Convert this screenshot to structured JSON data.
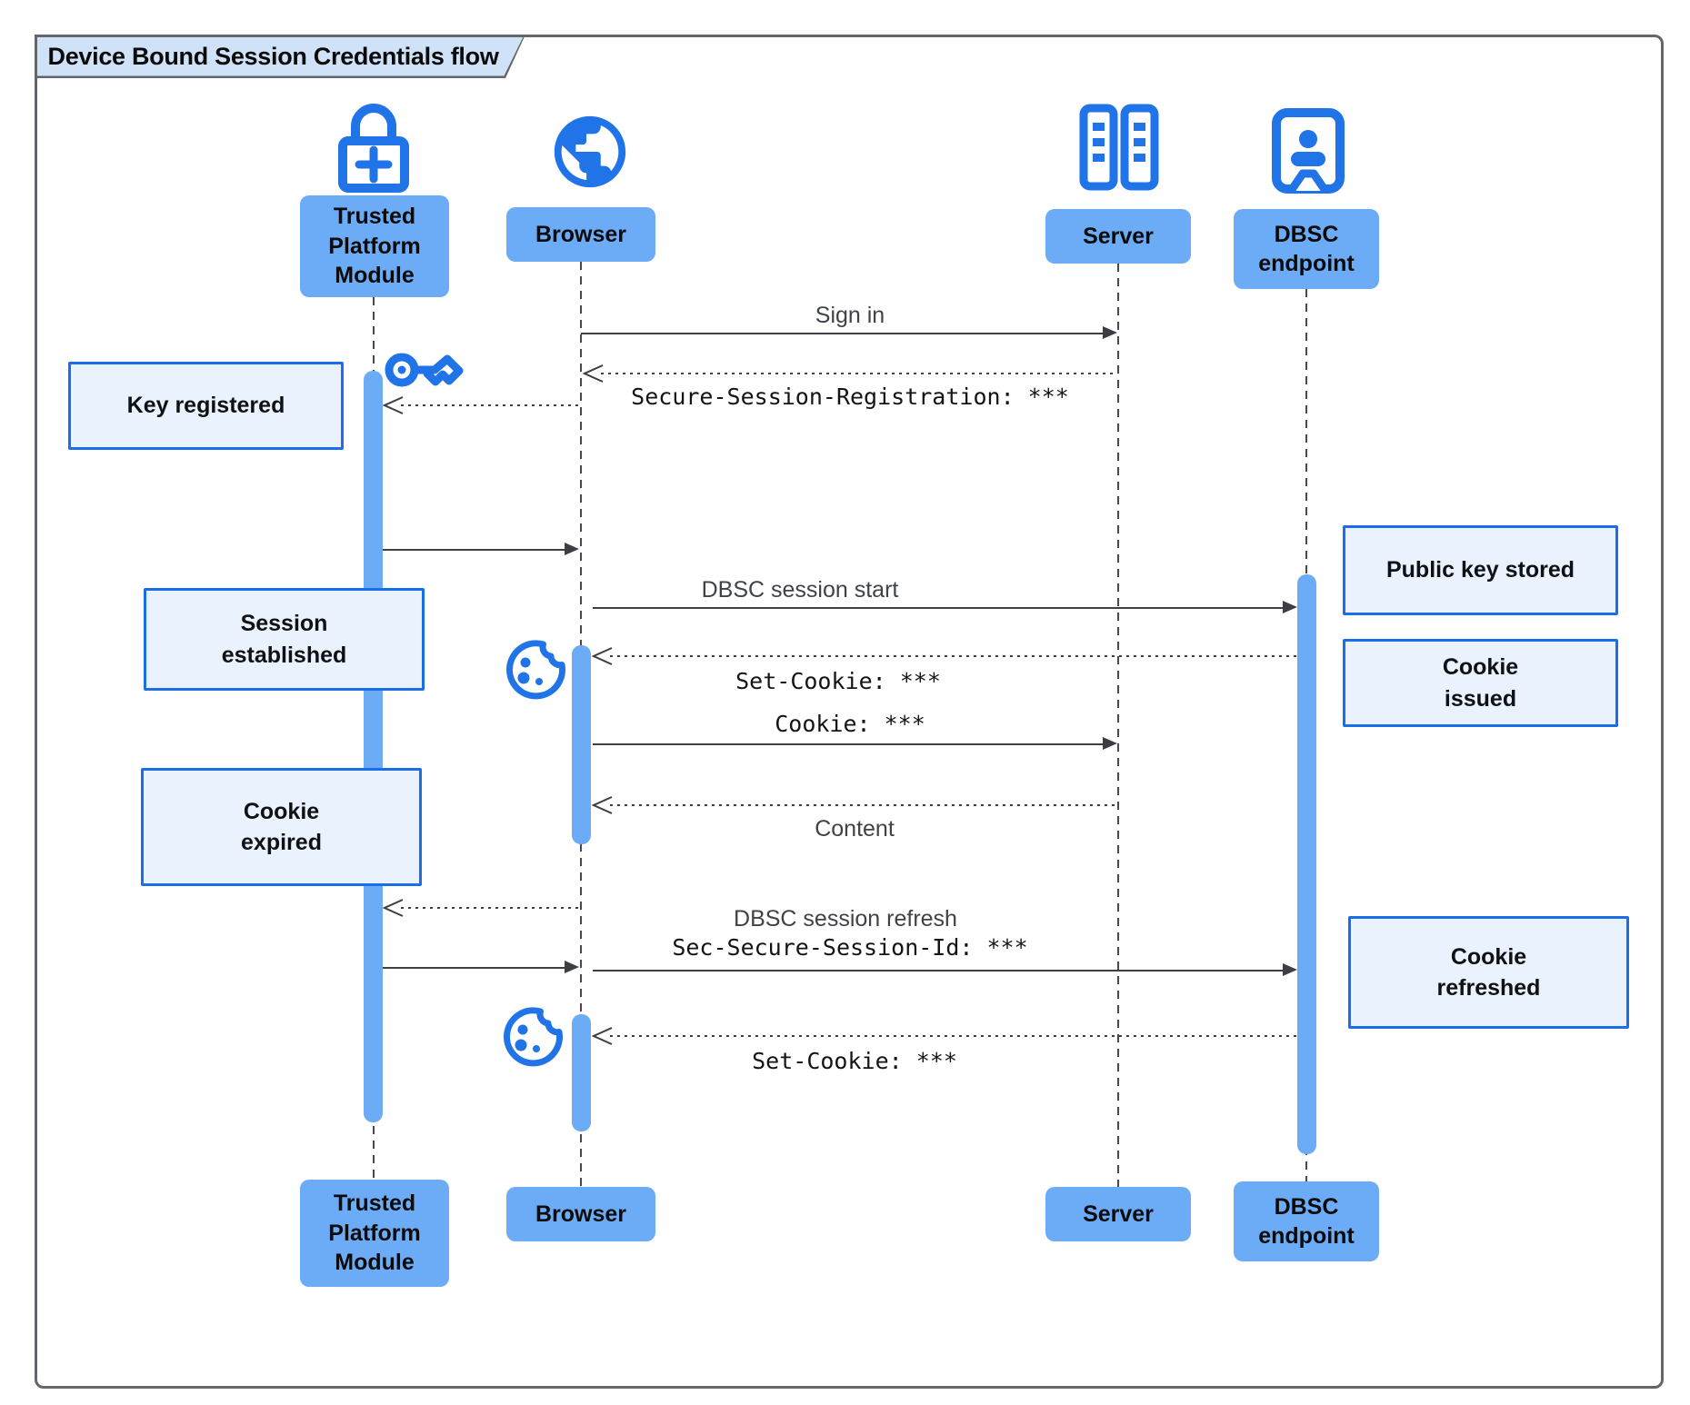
{
  "title": "Device Bound Session Credentials flow",
  "actors": {
    "tpm": {
      "label": "Trusted\nPlatform\nModule"
    },
    "browser": {
      "label": "Browser"
    },
    "server": {
      "label": "Server"
    },
    "dbsc": {
      "label": "DBSC\nendpoint"
    }
  },
  "messages": {
    "sign_in": "Sign in",
    "session_registration": "Secure-Session-Registration: ***",
    "dbsc_session_start": "DBSC session start",
    "set_cookie_1": "Set-Cookie: ***",
    "cookie": "Cookie: ***",
    "content": "Content",
    "dbsc_session_refresh": "DBSC session refresh",
    "sec_secure_session_id": "Sec-Secure-Session-Id: ***",
    "set_cookie_2": "Set-Cookie: ***"
  },
  "notes": {
    "key_registered": "Key registered",
    "session_established": "Session\nestablished",
    "cookie_expired": "Cookie\nexpired",
    "public_key_stored": "Public key stored",
    "cookie_issued": "Cookie\nissued",
    "cookie_refreshed": "Cookie\nrefreshed"
  },
  "colors": {
    "icon_blue": "#2173e8",
    "box_blue": "#6cabf6",
    "note_fill": "#eaf2fd",
    "note_border": "#1a6fe8",
    "tab_fill": "#cfe2f8",
    "line": "#3b3e42"
  }
}
